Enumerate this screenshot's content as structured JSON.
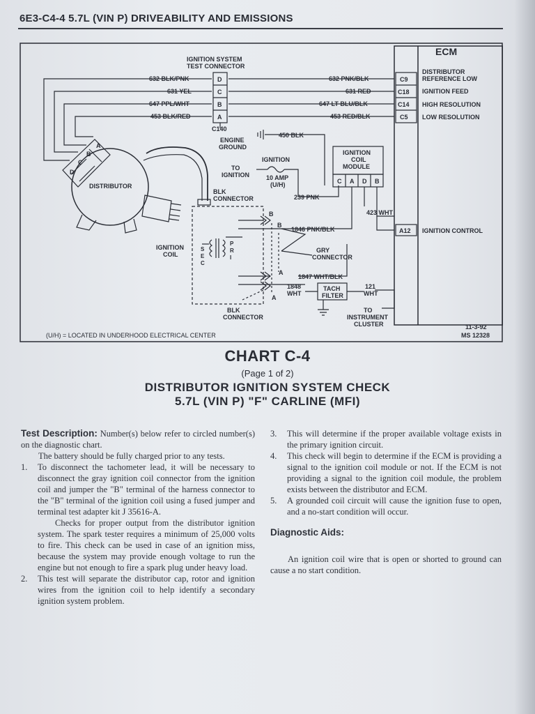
{
  "header": {
    "title": "6E3-C4-4 5.7L (VIN P) DRIVEABILITY AND EMISSIONS"
  },
  "diagram": {
    "ecm_label": "ECM",
    "test_connector_label_1": "IGNITION SYSTEM",
    "test_connector_label_2": "TEST CONNECTOR",
    "test_pins": [
      "D",
      "C",
      "B",
      "A"
    ],
    "left_wires": [
      "632 BLK/PNK",
      "631 YEL",
      "647 PPL/WHT",
      "453 BLK/RED"
    ],
    "right_wires": [
      "632 PNK/BLK",
      "631 RED",
      "647 LT BLU/BLK",
      "453 RED/BLK"
    ],
    "ecm_pins": [
      "C9",
      "C18",
      "C14",
      "C5"
    ],
    "ecm_functions": [
      [
        "DISTRIBUTOR",
        "REFERENCE LOW"
      ],
      [
        "IGNITION FEED"
      ],
      [
        "HIGH RESOLUTION"
      ],
      [
        "LOW RESOLUTION"
      ]
    ],
    "connector_id": "C140",
    "engine_ground": [
      "ENGINE",
      "GROUND"
    ],
    "ground_wire": "450 BLK",
    "distributor": "DISTRIBUTOR",
    "dist_pins": [
      "A",
      "B",
      "C",
      "D"
    ],
    "ignition_fuse_label": "IGNITION",
    "to_ignition": [
      "TO",
      "IGNITION"
    ],
    "fuse_rating": [
      "10 AMP",
      "(U/H)"
    ],
    "module_label": [
      "IGNITION",
      "COIL",
      "MODULE"
    ],
    "module_pins": [
      "C",
      "A",
      "D",
      "B"
    ],
    "blk_connector_top": [
      "BLK",
      "CONNECTOR"
    ],
    "wire_239": "239 PNK",
    "wire_423": "423 WHT",
    "ecm_a12": "A12",
    "ignition_control": "IGNITION CONTROL",
    "wire_1846": "1846 PNK/BLK",
    "gry_connector": [
      "GRY",
      "CONNECTOR"
    ],
    "ignition_coil": [
      "IGNITION",
      "COIL"
    ],
    "sec": [
      "S",
      "E",
      "C"
    ],
    "pri": [
      "P",
      "R",
      "I"
    ],
    "wire_1847": "1847 WHT/BLK",
    "wire_1848": [
      "1848",
      "WHT"
    ],
    "tach_filter": [
      "TACH",
      "FILTER"
    ],
    "wire_121": [
      "121",
      "WHT"
    ],
    "to_cluster": [
      "TO",
      "INSTRUMENT",
      "CLUSTER"
    ],
    "blk_connector_bottom": [
      "BLK",
      "CONNECTOR"
    ],
    "coil_term_b_top": "B",
    "coil_term_b_right": "B",
    "coil_term_a_mid": "A",
    "coil_term_a_bottom": "A",
    "footnote": "(U/H) = LOCATED IN UNDERHOOD ELECTRICAL CENTER",
    "date": "11-3-92",
    "ms_number": "MS 12328"
  },
  "chart": {
    "title": "CHART C-4",
    "page": "(Page 1 of 2)",
    "subtitle_1": "DISTRIBUTOR IGNITION SYSTEM CHECK",
    "subtitle_2": "5.7L (VIN P) \"F\" CARLINE (MFI)"
  },
  "text": {
    "test_desc_heading": "Test Description:",
    "test_desc_intro": " Number(s) below refer to circled number(s) on the diagnostic chart.",
    "battery_note": "The battery should be fully charged prior to any tests.",
    "items_left": [
      {
        "num": "1.",
        "text": "To disconnect the tachometer lead, it will be necessary to disconnect the gray ignition coil connector from the ignition coil and jumper the \"B\" terminal of the harness connector to the \"B\" terminal of the ignition coil using a fused jumper and terminal test adapter kit J 35616-A."
      },
      {
        "num": "2.",
        "text": "This test will separate the distributor cap, rotor and ignition wires from the ignition coil to help identify a secondary ignition system problem."
      }
    ],
    "item1_sub": "Checks for proper output from the distributor ignition system. The spark tester requires a minimum of 25,000 volts to fire. This check can be used in case of an ignition miss, because the system may provide enough voltage to run the engine but not enough to fire a spark plug under heavy load.",
    "items_right": [
      {
        "num": "3.",
        "text": "This will determine if the proper available voltage exists in the primary ignition circuit."
      },
      {
        "num": "4.",
        "text": "This check will begin to determine if the ECM is providing a signal to the ignition coil module or not. If the ECM is not providing a signal to the ignition coil module, the problem exists between the distributor and ECM."
      },
      {
        "num": "5.",
        "text": "A grounded coil circuit will cause the ignition fuse to open, and a no-start condition will occur."
      }
    ],
    "diag_heading": "Diagnostic Aids:",
    "diag_text": "An ignition coil wire that is open or shorted to ground can cause a no start condition."
  }
}
